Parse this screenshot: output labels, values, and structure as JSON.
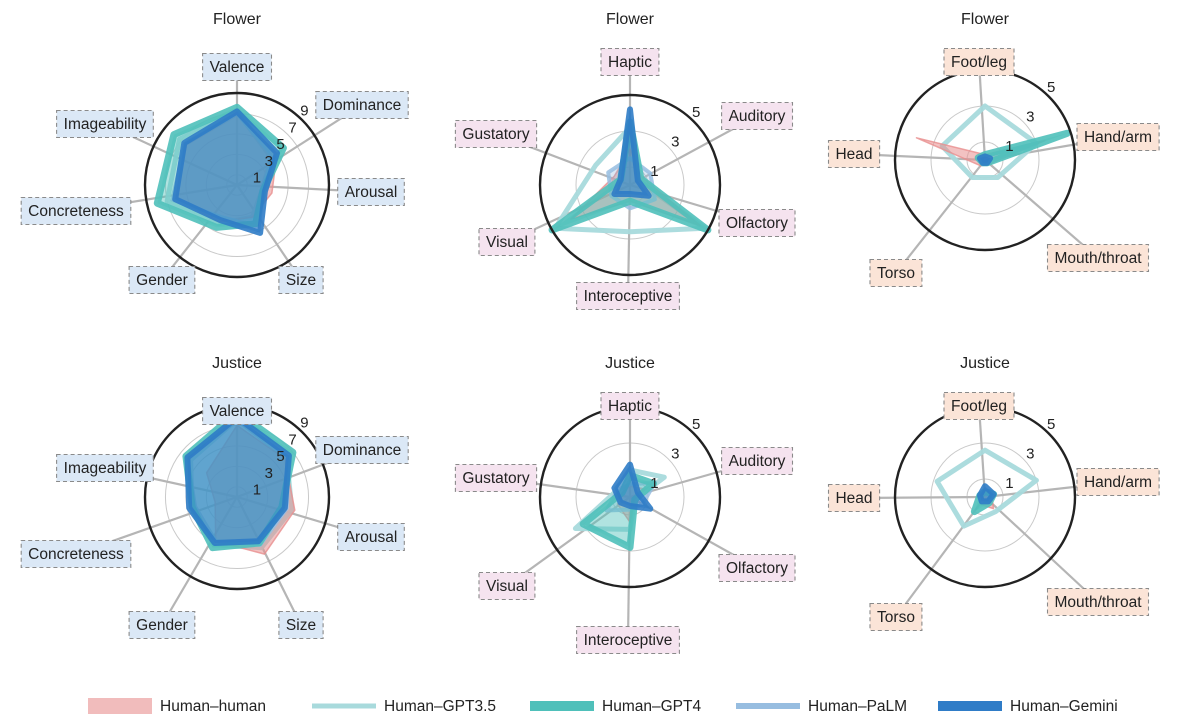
{
  "colors": {
    "human": "#e88f8f",
    "gpt35": "#a8dadc",
    "gpt4": "#4fc0ba",
    "palm": "#97bde0",
    "gemini": "#2f7cc7",
    "spoke": "#b5b5b5",
    "grid": "#c9c9c9",
    "outer": "#222222",
    "box_blue_fill": "#dbe8f6",
    "box_pink_fill": "#f5e3ef",
    "box_peach_fill": "#fbe4d7",
    "box_border": "#8a8a8a"
  },
  "legend": [
    {
      "key": "human",
      "label": "Human–human"
    },
    {
      "key": "gpt35",
      "label": "Human–GPT3.5"
    },
    {
      "key": "gpt4",
      "label": "Human–GPT4"
    },
    {
      "key": "palm",
      "label": "Human–PaLM"
    },
    {
      "key": "gemini",
      "label": "Human–Gemini"
    }
  ],
  "chart_data": [
    {
      "type": "radar",
      "title": "Flower",
      "axes": [
        "Valence",
        "Dominance",
        "Arousal",
        "Size",
        "Gender",
        "Concreteness",
        "Imageability"
      ],
      "rmax": 9,
      "ticks": [
        1,
        3,
        5,
        7,
        9
      ],
      "series": [
        {
          "key": "human",
          "values": [
            6.8,
            5.0,
            3.5,
            3.5,
            4.0,
            6.2,
            6.3
          ]
        },
        {
          "key": "gpt35",
          "values": [
            7.2,
            4.3,
            2.5,
            3.5,
            4.2,
            7.0,
            7.2
          ]
        },
        {
          "key": "gpt4",
          "values": [
            7.6,
            5.8,
            2.6,
            4.2,
            4.6,
            8.0,
            7.9
          ]
        },
        {
          "key": "palm",
          "values": [
            7.0,
            4.5,
            2.5,
            4.5,
            3.5,
            6.5,
            6.5
          ]
        },
        {
          "key": "gemini",
          "values": [
            7.2,
            5.0,
            2.8,
            5.2,
            3.8,
            6.2,
            6.6
          ]
        }
      ]
    },
    {
      "type": "radar",
      "title": "Flower",
      "axes": [
        "Haptic",
        "Auditory",
        "Olfactory",
        "Interoceptive",
        "Visual",
        "Gustatory"
      ],
      "rmax": 5,
      "ticks": [
        1,
        3,
        5
      ],
      "series": [
        {
          "key": "human",
          "values": [
            2.0,
            0.8,
            4.5,
            0.9,
            3.8,
            1.0
          ]
        },
        {
          "key": "gpt35",
          "values": [
            3.2,
            0.5,
            4.8,
            2.6,
            4.8,
            2.2
          ]
        },
        {
          "key": "gpt4",
          "values": [
            3.5,
            0.7,
            5.0,
            0.9,
            5.0,
            0.6
          ]
        },
        {
          "key": "palm",
          "values": [
            1.5,
            1.3,
            1.6,
            1.3,
            1.2,
            1.4
          ]
        },
        {
          "key": "gemini",
          "values": [
            4.2,
            0.5,
            1.2,
            0.5,
            1.0,
            0.6
          ]
        }
      ]
    },
    {
      "type": "radar",
      "title": "Flower",
      "axes": [
        "Foot/leg",
        "Hand/arm",
        "Mouth/throat",
        "Torso",
        "Head"
      ],
      "rmax": 5,
      "ticks": [
        1,
        3,
        5
      ],
      "series": [
        {
          "key": "human",
          "values": [
            0.3,
            3.5,
            0.3,
            0.4,
            4.0
          ]
        },
        {
          "key": "gpt35",
          "values": [
            3.0,
            3.0,
            1.2,
            1.2,
            2.5
          ]
        },
        {
          "key": "gpt4",
          "values": [
            0.3,
            4.8,
            0.2,
            0.2,
            0.4
          ]
        },
        {
          "key": "palm",
          "values": [
            0.2,
            3.0,
            0.2,
            0.2,
            0.3
          ]
        },
        {
          "key": "gemini",
          "values": [
            0.2,
            0.3,
            0.2,
            0.2,
            0.3
          ]
        }
      ]
    },
    {
      "type": "radar",
      "title": "Justice",
      "axes": [
        "Valence",
        "Dominance",
        "Arousal",
        "Size",
        "Gender",
        "Concreteness",
        "Imageability"
      ],
      "rmax": 9,
      "ticks": [
        1,
        3,
        5,
        7,
        9
      ],
      "series": [
        {
          "key": "human",
          "values": [
            7.0,
            6.0,
            5.8,
            6.2,
            4.8,
            2.2,
            3.8
          ]
        },
        {
          "key": "gpt35",
          "values": [
            7.6,
            6.2,
            5.5,
            5.5,
            5.2,
            4.5,
            5.8
          ]
        },
        {
          "key": "gpt4",
          "values": [
            8.3,
            7.0,
            4.5,
            5.0,
            5.5,
            4.5,
            6.4
          ]
        },
        {
          "key": "palm",
          "values": [
            7.5,
            6.5,
            5.0,
            5.2,
            4.8,
            4.2,
            6.2
          ]
        },
        {
          "key": "gemini",
          "values": [
            7.8,
            6.5,
            4.8,
            4.8,
            5.0,
            4.8,
            6.2
          ]
        }
      ]
    },
    {
      "type": "radar",
      "title": "Justice",
      "axes": [
        "Haptic",
        "Auditory",
        "Olfactory",
        "Interoceptive",
        "Visual",
        "Gustatory"
      ],
      "rmax": 5,
      "ticks": [
        1,
        3,
        5
      ],
      "series": [
        {
          "key": "human",
          "values": [
            0.6,
            0.9,
            0.3,
            1.4,
            0.8,
            0.5
          ]
        },
        {
          "key": "gpt35",
          "values": [
            1.5,
            2.2,
            0.3,
            1.8,
            3.5,
            0.8
          ]
        },
        {
          "key": "gpt4",
          "values": [
            1.2,
            1.5,
            0.3,
            2.8,
            3.0,
            0.5
          ]
        },
        {
          "key": "palm",
          "values": [
            0.7,
            1.6,
            0.8,
            0.7,
            1.5,
            0.8
          ]
        },
        {
          "key": "gemini",
          "values": [
            1.8,
            0.5,
            1.3,
            0.5,
            0.6,
            1.0
          ]
        }
      ]
    },
    {
      "type": "radar",
      "title": "Justice",
      "axes": [
        "Foot/leg",
        "Hand/arm",
        "Mouth/throat",
        "Torso",
        "Head"
      ],
      "rmax": 5,
      "ticks": [
        1,
        3,
        5
      ],
      "series": [
        {
          "key": "human",
          "values": [
            0.3,
            0.4,
            0.8,
            0.5,
            0.3
          ]
        },
        {
          "key": "gpt35",
          "values": [
            2.6,
            3.0,
            1.0,
            2.0,
            2.8
          ]
        },
        {
          "key": "gpt4",
          "values": [
            0.3,
            0.5,
            0.4,
            1.0,
            0.3
          ]
        },
        {
          "key": "palm",
          "values": [
            0.3,
            0.3,
            0.3,
            0.3,
            0.3
          ]
        },
        {
          "key": "gemini",
          "values": [
            0.6,
            0.5,
            0.3,
            0.3,
            0.3
          ]
        }
      ]
    }
  ]
}
